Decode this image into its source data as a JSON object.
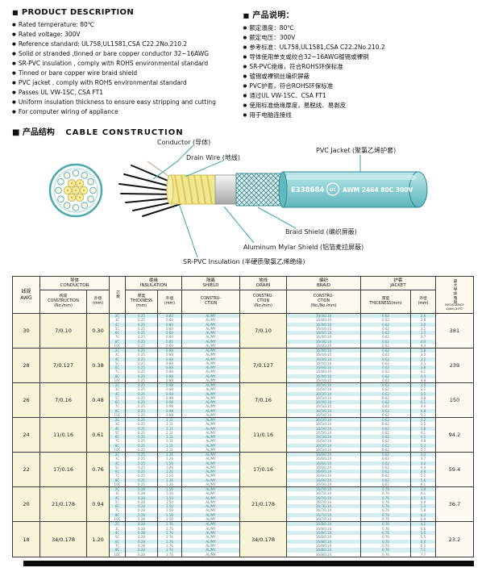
{
  "page": {
    "marker": "■",
    "bullet": "●"
  },
  "sections": {
    "desc_en": "PRODUCT  DESCRIPTION",
    "desc_cn": "产品说明：",
    "construction_cn": "产品结构",
    "construction_en": "CABLE  CONSTRUCTION"
  },
  "description_en": [
    "Rated temperature: 80℃",
    "Rated voltage: 300V",
    "Reference standard: UL758,UL1581,CSA C22.2No.210.2",
    "Solid or stranded ,tinned or bare copper conductor 32~16AWG",
    "SR-PVC insulation , comply with ROHS environmental standard",
    "Tinned or bare copper wire braid shield",
    "PVC jacket , comply with ROHS environmental standard",
    "Passes UL VW-1SC, CSA FT1",
    "Uniform insulation thickness to ensure easy stripping and cutting",
    "For computer wiring of appliance"
  ],
  "description_cn": [
    "额定温度：80℃",
    "额定电压：300V",
    "参考标准：UL758,UL1581,CSA C22.2No.210.2",
    "导体使用单支或绞合32~16AWG镀锡或裸铜",
    "SR-PVC绝缘，符合ROHS环保标准",
    "镀锡或裸铜丝编织屏蔽",
    "PVC护套，符合ROHS环保标准",
    "通过UL VW-1SC、CSA FT1",
    "使用标准绝缘厚度，易脱线、易剥皮",
    "用于电脑连接线"
  ],
  "diagram": {
    "labels": {
      "conductor": "Conductor (导体)",
      "drain": "Drain Wire (地线)",
      "jacket": "PVC Jacket (聚氯乙烯护套)",
      "braid": "Braid Shield (编织屏蔽)",
      "mylar": "Aluminum Mylar Shield (铝箔麦拉屏蔽)",
      "insulation": "SR-PVC Insulation (半硬质聚氯乙烯绝缘)"
    },
    "print": {
      "cert": "E338684",
      "ul": "UL",
      "spec": "AWM 2464 80C 300V"
    },
    "accent_color": "#4aa9ae",
    "jacket_color": "#8fd2d5"
  },
  "table": {
    "stripe_lines": 8,
    "h": {
      "awg": [
        "线规",
        "AWG"
      ],
      "conductor": [
        "导体",
        "CONDUCTOR"
      ],
      "cons": [
        "构成",
        "CONSTRUCTION",
        "(No./mm)"
      ],
      "od": [
        "外径",
        "(mm)"
      ],
      "core": "芯数",
      "ins": [
        "绝缘",
        "INSULATION"
      ],
      "thk": [
        "厚度",
        "THICKNESS",
        "(mm)"
      ],
      "iod": [
        "外径",
        "(mm)"
      ],
      "shield": [
        "隔离",
        "SHIELD"
      ],
      "shield_sub": [
        "CONSTRU-",
        "CTION"
      ],
      "drain": [
        "地线",
        "DRAIN"
      ],
      "drain_sub": [
        "CONSTRU-",
        "CTION",
        "(No./mm)"
      ],
      "braid": [
        "编织",
        "BRAID"
      ],
      "braid_sub": [
        "CONSTRU-",
        "CTION",
        "(No./No./mm)"
      ],
      "jacket": [
        "护套",
        "JACKET"
      ],
      "jthk": [
        "厚度",
        "THICKNESS(mm)"
      ],
      "jod": [
        "外径",
        "(mm)"
      ],
      "res": [
        "最大导体电阻",
        "RESISTANCE",
        "Ω/km,20℃"
      ]
    },
    "rows": [
      {
        "awg": "30",
        "construction": "7/0.10",
        "od": "0.30",
        "cores": [
          "2C",
          "3C",
          "4C",
          "5C",
          "6C",
          "7C",
          "8C",
          "10C"
        ],
        "ins_thickness": "0.25",
        "ins_od": "0.80",
        "shield": "AL/MY",
        "drain": "7/0.10",
        "braid": "16/4/0.10",
        "jacket_thickness": "0.62",
        "jacket_od": [
          "2.6",
          "2.8",
          "3.0",
          "3.2",
          "3.5",
          "3.7",
          "4.0",
          "4.4"
        ],
        "resistance": "381"
      },
      {
        "awg": "28",
        "construction": "7/0.127",
        "od": "0.38",
        "cores": [
          "2C",
          "3C",
          "4C",
          "5C",
          "6C",
          "7C",
          "8C",
          "10C"
        ],
        "ins_thickness": "0.25",
        "ins_od": "0.88",
        "shield": "AL/MY",
        "drain": "7/0.127",
        "braid": "16/4/0.10",
        "jacket_thickness": "0.62",
        "jacket_od": [
          "2.8",
          "3.0",
          "3.2",
          "3.5",
          "3.8",
          "4.1",
          "4.4",
          "4.8"
        ],
        "resistance": "239"
      },
      {
        "awg": "26",
        "construction": "7/0.16",
        "od": "0.48",
        "cores": [
          "2C",
          "3C",
          "4C",
          "5C",
          "6C",
          "7C",
          "8C",
          "10C"
        ],
        "ins_thickness": "0.25",
        "ins_od": "0.98",
        "shield": "AL/MY",
        "drain": "7/0.16",
        "braid": "16/5/0.10",
        "jacket_thickness": "0.62",
        "jacket_od": [
          "3.0",
          "3.2",
          "3.5",
          "3.8",
          "4.1",
          "4.4",
          "4.8",
          "5.2"
        ],
        "resistance": "150"
      },
      {
        "awg": "24",
        "construction": "11/0.16",
        "od": "0.61",
        "cores": [
          "2C",
          "3C",
          "4C",
          "5C",
          "6C",
          "7C",
          "8C",
          "10C"
        ],
        "ins_thickness": "0.25",
        "ins_od": "1.11",
        "shield": "AL/MY",
        "drain": "11/0.16",
        "braid": "16/5/0.10",
        "jacket_thickness": "0.62",
        "jacket_od": [
          "3.2",
          "3.5",
          "3.8",
          "4.1",
          "4.5",
          "4.8",
          "5.2",
          "5.7"
        ],
        "resistance": "94.2"
      },
      {
        "awg": "22",
        "construction": "17/0.16",
        "od": "0.76",
        "cores": [
          "2C",
          "3C",
          "4C",
          "5C",
          "6C",
          "7C",
          "8C",
          "10C"
        ],
        "ins_thickness": "0.25",
        "ins_od": "1.26",
        "shield": "AL/MY",
        "drain": "17/0.16",
        "braid": "16/6/0.10",
        "jacket_thickness": "0.62",
        "jacket_od": [
          "3.4",
          "3.7",
          "4.0",
          "4.4",
          "4.8",
          "5.2",
          "5.6",
          "6.1"
        ],
        "resistance": "59.4"
      },
      {
        "awg": "20",
        "construction": "21/0.178",
        "od": "0.94",
        "cores": [
          "2C",
          "3C",
          "4C",
          "5C",
          "6C",
          "7C",
          "8C",
          "10C"
        ],
        "ins_thickness": "0.28",
        "ins_od": "1.50",
        "shield": "AL/MY",
        "drain": "21/0.178",
        "braid": "16/7/0.10",
        "jacket_thickness": "0.76",
        "jacket_od": [
          "3.8",
          "4.1",
          "4.5",
          "4.9",
          "5.4",
          "5.8",
          "6.3",
          "6.9"
        ],
        "resistance": "36.7"
      },
      {
        "awg": "18",
        "construction": "34/0.178",
        "od": "1.20",
        "cores": [
          "2C",
          "3C",
          "4C",
          "5C",
          "6C",
          "7C",
          "8C",
          "10C"
        ],
        "ins_thickness": "0.28",
        "ins_od": "1.76",
        "shield": "AL/MY",
        "drain": "34/0.178",
        "braid": "16/8/0.10",
        "jacket_thickness": "0.76",
        "jacket_od": [
          "4.2",
          "4.6",
          "5.0",
          "5.5",
          "6.0",
          "6.5",
          "7.1",
          "7.7"
        ],
        "resistance": "23.2"
      }
    ]
  }
}
